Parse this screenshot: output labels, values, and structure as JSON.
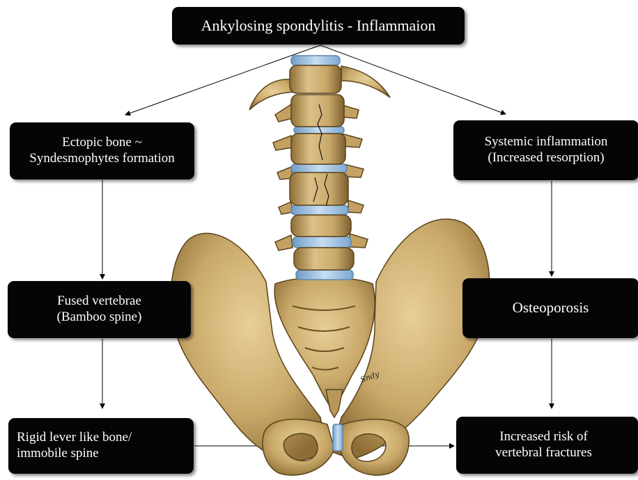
{
  "title": "Ankylosing spondylitis - Inflammaion",
  "boxes": {
    "ectopic": {
      "line1": "Ectopic bone ~",
      "line2": "Syndesmophytes  formation"
    },
    "systemic": {
      "line1": "Systemic inflammation",
      "line2": "(Increased resorption)"
    },
    "fused": {
      "line1": "Fused vertebrae",
      "line2": "(Bamboo spine)"
    },
    "osteoporosis": {
      "line1": "Osteoporosis"
    },
    "rigid": {
      "line1": "Rigid lever like bone/",
      "line2": "immobile spine"
    },
    "risk": {
      "line1": "Increased risk of",
      "line2": "vertebral fractures"
    }
  },
  "illustration": {
    "subject": "lumbar spine and pelvis",
    "signature": "Sndy",
    "colors": {
      "bone": "#c9a96a",
      "bone_shadow": "#8e6e35",
      "disc": "#9cc3e6",
      "box": "#050505"
    }
  }
}
